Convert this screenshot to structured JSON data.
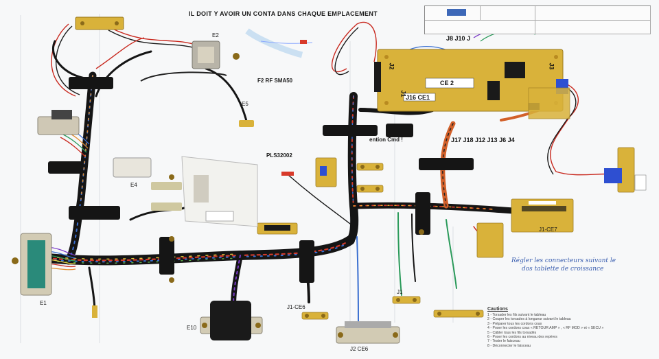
{
  "header_text": "IL DOIT Y AVOIR UN CONTA    DANS CHAQUE EMPLACEMENT",
  "labels": {
    "e2": "E2",
    "f2": "F2 RF SMA50",
    "pls": "PLS32002",
    "j8": "J8  J10  J",
    "j17": "J17  J18  J12  J13  J6  J4",
    "ce2": "CE 2",
    "j16": "J16  CE1",
    "j2": "J2",
    "j1": "J1",
    "j3": "J3",
    "attention": "ention Cmd !",
    "e1": "E1",
    "e4": "E4",
    "e5": "E5",
    "e10": "E10",
    "j1ce6": "J1-CE6",
    "j2ce6": "J2 CE6",
    "j1b": "J1",
    "ce7": "J1-CE7"
  },
  "handwriting": {
    "note1": "Régler les connecteurs suivant le",
    "note2": "dos tablette de croissance"
  },
  "cautions": {
    "title": "Cautions",
    "items": [
      "1 - Torsader les fils suivant le tableau",
      "2 - Couper les torsades à longueur suivant le tableau",
      "3 - Préparer tous les cordons coax",
      "4 - Poser les cordons coax « RETOUR AMP » , « RF MOD » et « SECU »",
      "5 - Câbler tous les fils torsadés",
      "6 - Poser les cordons au niveau des repères",
      "7 - Tester le faisceau",
      "8 - Déconnecter le faisceau"
    ]
  },
  "colors": {
    "pcb": "#d9b23a",
    "harness": "#1a1a1a",
    "board": "#f7f8f9",
    "blue_connector": "#2e4fd1"
  }
}
